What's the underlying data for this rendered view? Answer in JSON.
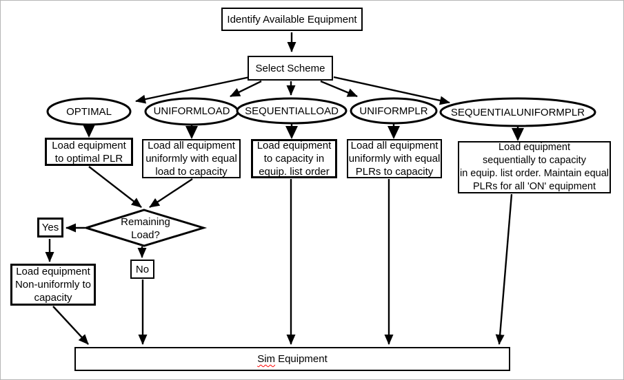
{
  "diagram": {
    "identify": "Identify Available Equipment",
    "select": "Select Scheme",
    "schemes": [
      {
        "name": "OPTIMAL",
        "action": "Load equipment\nto optimal PLR"
      },
      {
        "name": "UNIFORMLOAD",
        "action": "Load all equipment\nuniformly with equal\nload to capacity"
      },
      {
        "name": "SEQUENTIALLOAD",
        "action": "Load equipment\nto capacity in\nequip. list order"
      },
      {
        "name": "UNIFORMPLR",
        "action": "Load all equipment\nuniformly with equal\nPLRs to capacity"
      },
      {
        "name": "SEQUENTIALUNIFORMPLR",
        "action": "Load equipment\nsequentially to capacity\nin equip. list order. Maintain equal\nPLRs for all 'ON' equipment"
      }
    ],
    "decision": "Remaining\nLoad?",
    "yes": "Yes",
    "no": "No",
    "non_uniform": "Load equipment\nNon-uniformly to\ncapacity",
    "sim_word": "Sim",
    "sim_rest": "Equipment",
    "colors": {
      "line": "#000000",
      "background": "#ffffff",
      "spellcheck_underline": "#ff0000"
    }
  }
}
